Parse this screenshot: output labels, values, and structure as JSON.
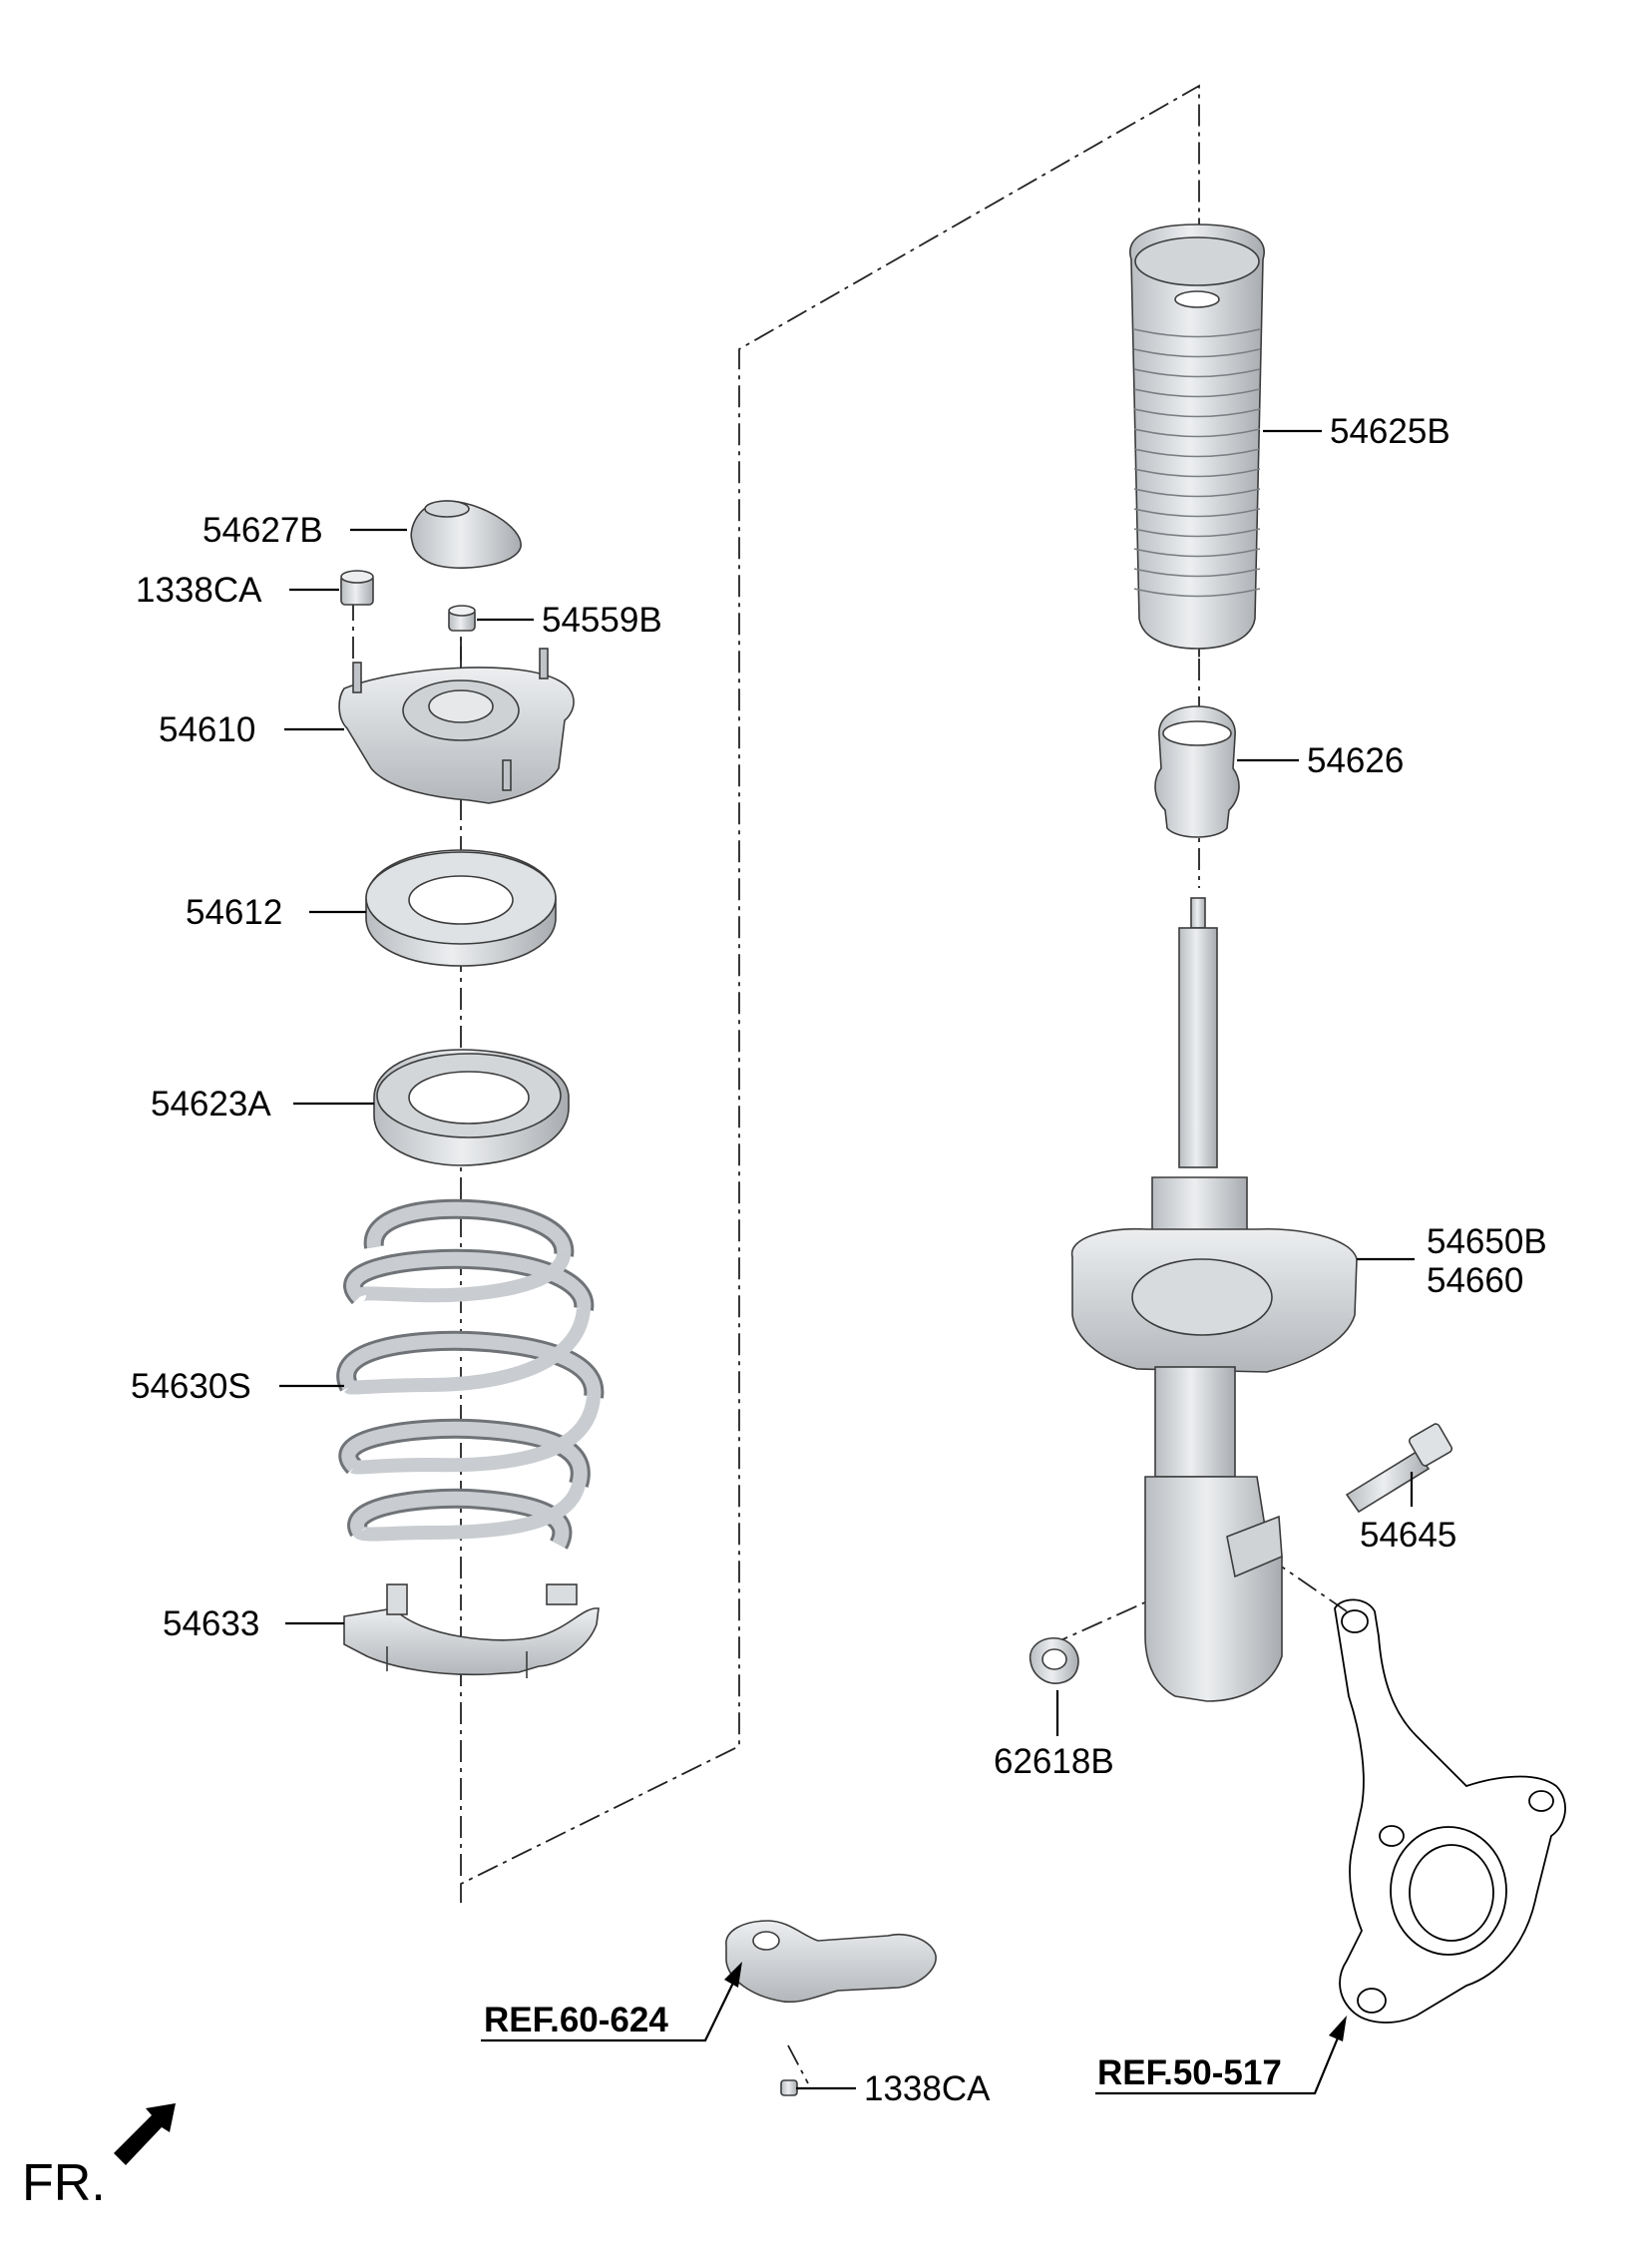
{
  "diagram": {
    "part_labels": {
      "p54627b": "54627B",
      "p1338ca_top": "1338CA",
      "p54559b": "54559B",
      "p54610": "54610",
      "p54612": "54612",
      "p54623a": "54623A",
      "p54630s": "54630S",
      "p54633": "54633",
      "p54625b": "54625B",
      "p54626": "54626",
      "p54650b": "54650B",
      "p54660": "54660",
      "p54645": "54645",
      "p62618b": "62618B",
      "p1338ca_bottom": "1338CA"
    },
    "references": {
      "ref_60_624": "REF.60-624",
      "ref_50_517": "REF.50-517"
    },
    "front_indicator": "FR.",
    "colors": {
      "part_fill_light": "#e4e6e8",
      "part_fill_mid": "#c9cccf",
      "part_fill_dark": "#a9adb1",
      "line": "#000000"
    }
  }
}
